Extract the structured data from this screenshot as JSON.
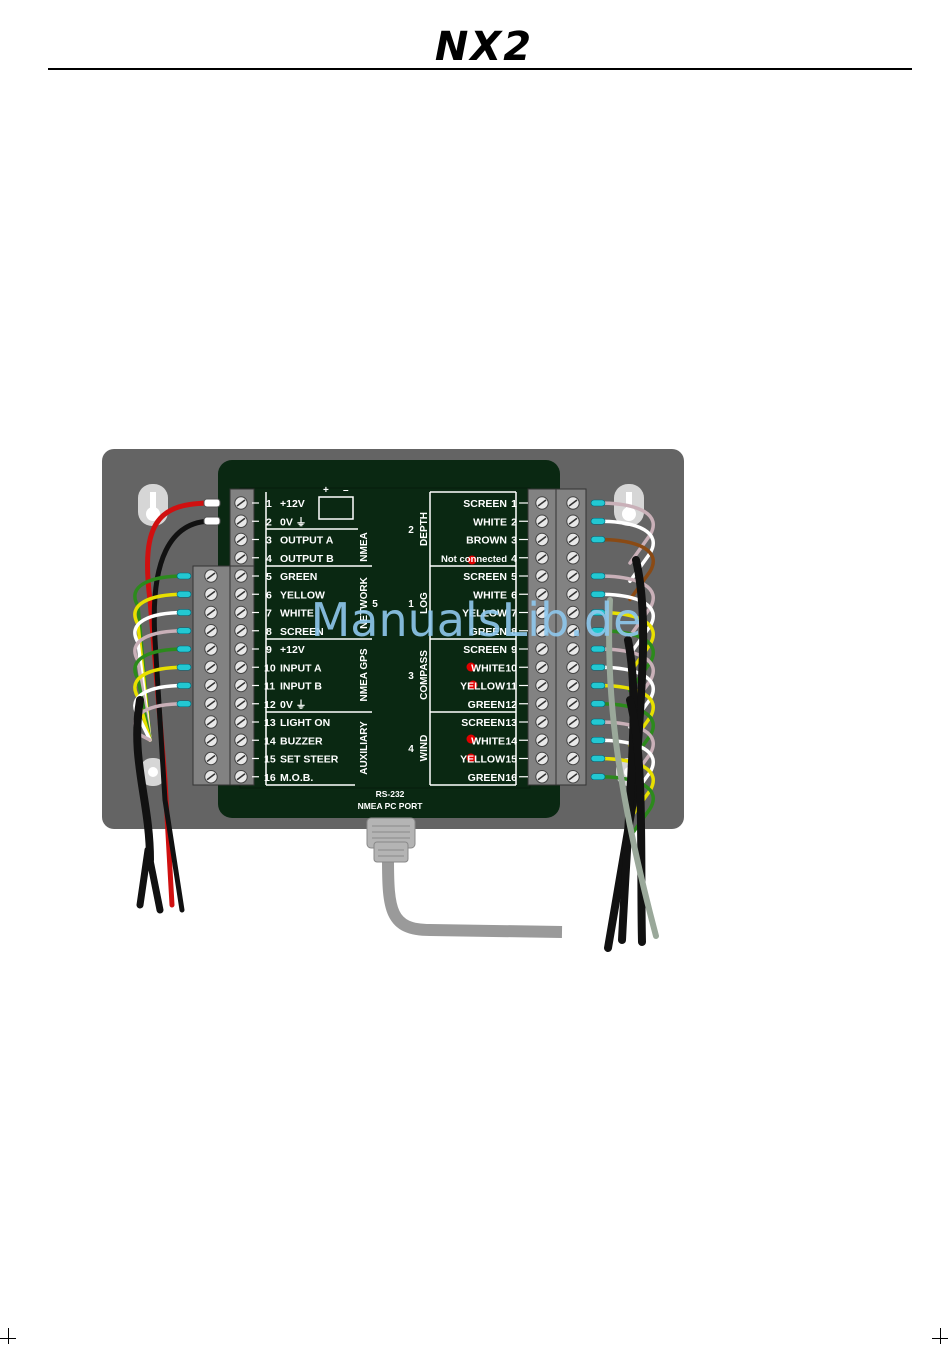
{
  "brand": {
    "logo_text": "NX2"
  },
  "watermark": "ManualsLib.de",
  "colors": {
    "housing": "#646464",
    "board": "#0a2812",
    "wire_red": "#d01010",
    "wire_tip": "#23c8d2",
    "wire_green": "#2c8a1c",
    "wire_yellow": "#e8e000",
    "wire_white": "#ffffff",
    "wire_screen": "#c9b0b8",
    "wire_brown": "#8a4a14",
    "dot_red": "#e00000"
  },
  "battery_symbol": {
    "plus": "+",
    "minus": "–"
  },
  "left_terminals": [
    {
      "num": "1",
      "label": "+12V"
    },
    {
      "num": "2",
      "label": "0V ⏚"
    },
    {
      "num": "3",
      "label": "OUTPUT A"
    },
    {
      "num": "4",
      "label": "OUTPUT B"
    },
    {
      "num": "5",
      "label": "GREEN"
    },
    {
      "num": "6",
      "label": "YELLOW"
    },
    {
      "num": "7",
      "label": "WHITE"
    },
    {
      "num": "8",
      "label": "SCREEN"
    },
    {
      "num": "9",
      "label": "+12V"
    },
    {
      "num": "10",
      "label": "INPUT A"
    },
    {
      "num": "11",
      "label": "INPUT B"
    },
    {
      "num": "12",
      "label": "0V ⏚"
    },
    {
      "num": "13",
      "label": "LIGHT ON"
    },
    {
      "num": "14",
      "label": "BUZZER"
    },
    {
      "num": "15",
      "label": "SET STEER"
    },
    {
      "num": "16",
      "label": "M.O.B."
    }
  ],
  "left_groups": [
    {
      "label": "NMEA",
      "num": ""
    },
    {
      "label": "NETWORK",
      "num": "5"
    },
    {
      "label": "NMEA GPS",
      "num": ""
    },
    {
      "label": "AUXILIARY",
      "num": ""
    }
  ],
  "right_terminals": [
    {
      "num": "1",
      "label": "SCREEN"
    },
    {
      "num": "2",
      "label": "WHITE"
    },
    {
      "num": "3",
      "label": "BROWN"
    },
    {
      "num": "4",
      "label": "Not connected"
    },
    {
      "num": "5",
      "label": "SCREEN"
    },
    {
      "num": "6",
      "label": "WHITE"
    },
    {
      "num": "7",
      "label": "YELLOW"
    },
    {
      "num": "8",
      "label": "GREEN"
    },
    {
      "num": "9",
      "label": "SCREEN"
    },
    {
      "num": "10",
      "label": "WHITE"
    },
    {
      "num": "11",
      "label": "YELLOW"
    },
    {
      "num": "12",
      "label": "GREEN"
    },
    {
      "num": "13",
      "label": "SCREEN"
    },
    {
      "num": "14",
      "label": "WHITE"
    },
    {
      "num": "15",
      "label": "YELLOW"
    },
    {
      "num": "16",
      "label": "GREEN"
    }
  ],
  "right_groups": [
    {
      "label": "DEPTH",
      "num": "2"
    },
    {
      "label": "LOG",
      "num": "1"
    },
    {
      "label": "COMPASS",
      "num": "3"
    },
    {
      "label": "WIND",
      "num": "4"
    }
  ],
  "port": {
    "line1": "RS-232",
    "line2": "NMEA PC PORT"
  }
}
